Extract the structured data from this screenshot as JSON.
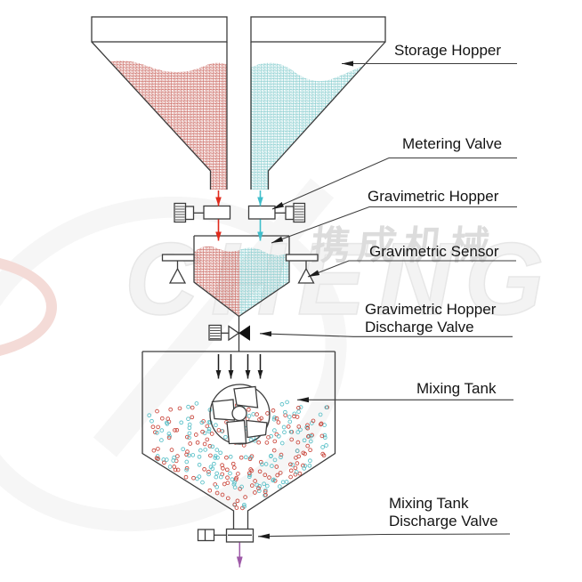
{
  "diagram": {
    "title_labels": {
      "storage_hopper": "Storage Hopper",
      "metering_valve": "Metering Valve",
      "gravimetric_hopper": "Gravimetric Hopper",
      "gravimetric_sensor": "Gravimetric Sensor",
      "gravimetric_hopper_discharge_valve_line1": "Gravimetric Hopper",
      "gravimetric_hopper_discharge_valve_line2": "Discharge Valve",
      "mixing_tank": "Mixing Tank",
      "mixing_tank_discharge_valve_line1": "Mixing Tank",
      "mixing_tank_discharge_valve_line2": "Discharge Valve"
    },
    "colors": {
      "material_a_pellets": "#c4564e",
      "material_b_pellets": "#79c7c9",
      "material_a_flow_arrow": "#e02b1d",
      "material_b_flow_arrow": "#3fbecb",
      "mixed_a_pellets": "#c9453a",
      "mixed_b_pellets": "#57bfc7",
      "discharge_flow_arrow": "#9e5aa8",
      "line_color": "#3c3c3c"
    },
    "watermark": {
      "cjk_text": "携成机械",
      "latin_text": "CHENG"
    }
  }
}
